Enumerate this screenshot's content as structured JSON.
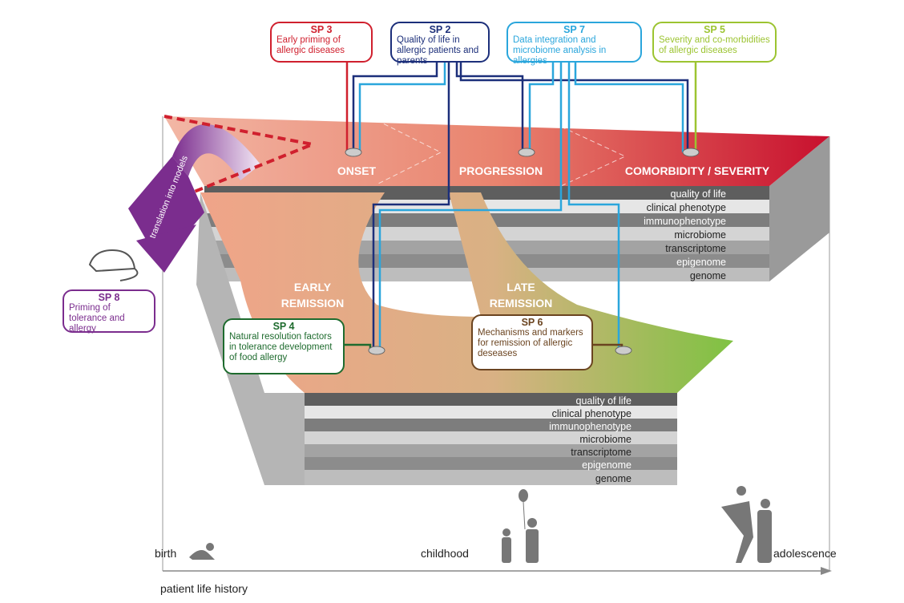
{
  "subprojects": [
    {
      "id": "SP 3",
      "text": "Early priming of allergic diseases",
      "color": "#d0202e"
    },
    {
      "id": "SP 2",
      "text": "Quality of life in allergic patients and parents",
      "color": "#1c2f7a"
    },
    {
      "id": "SP 7",
      "text": "Data integration and microbiome analysis in allergies",
      "color": "#2aa6dc"
    },
    {
      "id": "SP 5",
      "text": "Severity and co-morbidities of allergic diseases",
      "color": "#9cc431"
    },
    {
      "id": "SP 8",
      "text": "Priming of tolerance and allergy",
      "color": "#7b2d8e"
    },
    {
      "id": "SP 4",
      "text": "Natural resolution factors in tolerance development of food allergy",
      "color": "#1e6b2e"
    },
    {
      "id": "SP 6",
      "text": "Mechanisms and markers for remission of allergic deseases",
      "color": "#6b4420"
    }
  ],
  "phases": {
    "onset": "ONSET",
    "progression": "PROGRESSION",
    "comorbidity": "COMORBIDITY / SEVERITY",
    "early": "EARLY REMISSION",
    "late": "LATE REMISSION"
  },
  "layers": [
    "quality of life",
    "clinical phenotype",
    "immunophenotype",
    "microbiome",
    "transcriptome",
    "epigenome",
    "genome"
  ],
  "arrow_label": "translation into models",
  "timeline": {
    "birth": "birth",
    "childhood": "childhood",
    "adolescence": "adolescence",
    "axis": "patient life history"
  },
  "icons": [
    "mouse-icon",
    "baby-icon",
    "children-with-balloon-icon",
    "adolescents-icon"
  ]
}
